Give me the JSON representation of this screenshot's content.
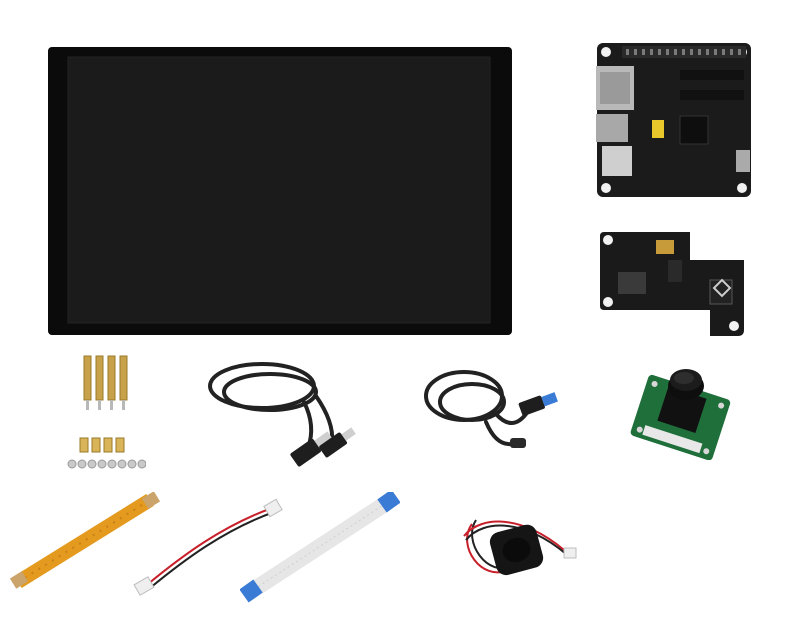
{
  "scene": {
    "background": "#ffffff",
    "items": [
      {
        "id": "display-panel",
        "icon": "lcd-display-icon",
        "color": "#121212"
      },
      {
        "id": "mainboard",
        "icon": "circuit-board-icon",
        "color": "#1b1b1b"
      },
      {
        "id": "poe-module",
        "icon": "poe-module-icon",
        "color": "#1a1a1a"
      },
      {
        "id": "standoffs-and-screws",
        "icon": "brass-standoff-icon",
        "color": "#c8a24a"
      },
      {
        "id": "usb-a-cable",
        "icon": "usb-cable-icon",
        "color": "#222222"
      },
      {
        "id": "usb-c-cable",
        "icon": "usb-c-cable-icon",
        "color": "#222222"
      },
      {
        "id": "camera-module",
        "icon": "camera-icon",
        "color": "#1f6f3a"
      },
      {
        "id": "flex-cable-orange",
        "icon": "ribbon-cable-icon",
        "color": "#e39a1f"
      },
      {
        "id": "jumper-wire",
        "icon": "wire-icon",
        "color": "#c8202a"
      },
      {
        "id": "ffc-cable-white",
        "icon": "ffc-cable-icon",
        "color": "#f2f2f2"
      },
      {
        "id": "speaker",
        "icon": "speaker-icon",
        "color": "#151515"
      }
    ]
  }
}
